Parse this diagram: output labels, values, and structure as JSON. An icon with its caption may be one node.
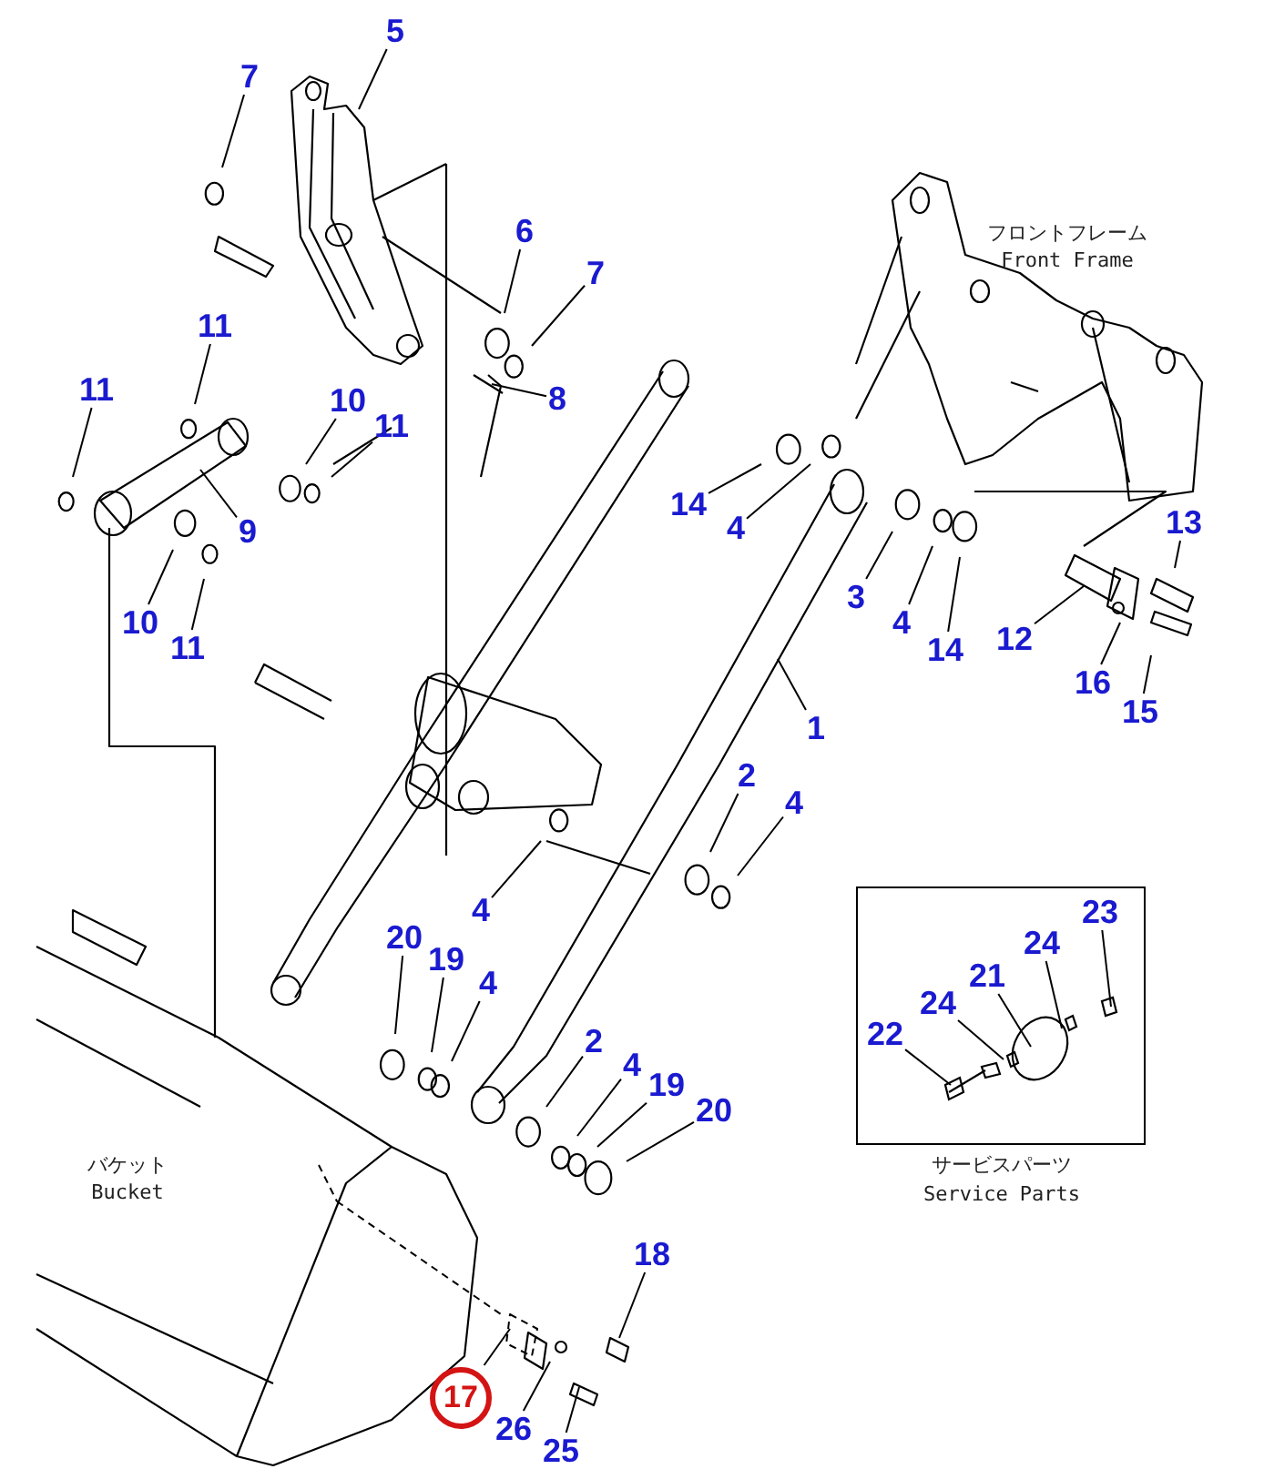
{
  "diagram": {
    "nodes": [
      {
        "text": [
          "5"
        ]
      },
      {
        "text": [
          "7"
        ]
      },
      {
        "text": [
          "6"
        ]
      },
      {
        "text": [
          "7"
        ]
      },
      {
        "text": [
          "11"
        ]
      },
      {
        "text": [
          "8"
        ]
      },
      {
        "text": [
          "11"
        ]
      },
      {
        "text": [
          "10"
        ]
      },
      {
        "text": [
          "11"
        ]
      },
      {
        "text": [
          "9"
        ]
      },
      {
        "text": [
          "10"
        ]
      },
      {
        "text": [
          "11"
        ]
      },
      {
        "text": [
          "14"
        ]
      },
      {
        "text": [
          "4"
        ]
      },
      {
        "text": [
          "13"
        ]
      },
      {
        "text": [
          "3"
        ]
      },
      {
        "text": [
          "4"
        ]
      },
      {
        "text": [
          "14"
        ]
      },
      {
        "text": [
          "12"
        ]
      },
      {
        "text": [
          "1"
        ]
      },
      {
        "text": [
          "16"
        ]
      },
      {
        "text": [
          "15"
        ]
      },
      {
        "text": [
          "2"
        ]
      },
      {
        "text": [
          "4"
        ]
      },
      {
        "text": [
          "4"
        ]
      },
      {
        "text": [
          "20"
        ]
      },
      {
        "text": [
          "19"
        ]
      },
      {
        "text": [
          "4"
        ]
      },
      {
        "text": [
          "2"
        ]
      },
      {
        "text": [
          "4"
        ]
      },
      {
        "text": [
          "19"
        ]
      },
      {
        "text": [
          "20"
        ]
      },
      {
        "text": [
          "18"
        ]
      },
      {
        "text": [
          "17"
        ]
      },
      {
        "text": [
          "26"
        ]
      },
      {
        "text": [
          "25"
        ]
      },
      {
        "text": [
          "サービスパーツ",
          "Service Parts"
        ]
      },
      {
        "text": [
          "23"
        ],
        "in": 36
      },
      {
        "text": [
          "24"
        ],
        "in": 36
      },
      {
        "text": [
          "21"
        ],
        "in": 36
      },
      {
        "text": [
          "24"
        ],
        "in": 36
      },
      {
        "text": [
          "22"
        ],
        "in": 36
      }
    ],
    "edges": [
      {
        "from": 0,
        "to": null,
        "arrow": "none"
      },
      {
        "from": 1,
        "to": null,
        "arrow": "none"
      },
      {
        "from": 2,
        "to": null,
        "arrow": "none"
      },
      {
        "from": 3,
        "to": null,
        "arrow": "none"
      },
      {
        "from": 4,
        "to": null,
        "arrow": "none"
      },
      {
        "from": 5,
        "to": null,
        "arrow": "none"
      },
      {
        "from": 6,
        "to": null,
        "arrow": "none"
      },
      {
        "from": 7,
        "to": null,
        "arrow": "none"
      },
      {
        "from": 8,
        "to": null,
        "arrow": "none"
      },
      {
        "from": 9,
        "to": null,
        "arrow": "none"
      },
      {
        "from": 10,
        "to": null,
        "arrow": "none"
      },
      {
        "from": 11,
        "to": null,
        "arrow": "none"
      },
      {
        "from": 12,
        "to": null,
        "arrow": "none"
      },
      {
        "from": 13,
        "to": null,
        "arrow": "none"
      },
      {
        "from": 14,
        "to": null,
        "arrow": "none"
      },
      {
        "from": 15,
        "to": null,
        "arrow": "none"
      },
      {
        "from": 16,
        "to": null,
        "arrow": "none"
      },
      {
        "from": 17,
        "to": null,
        "arrow": "none"
      },
      {
        "from": 18,
        "to": null,
        "arrow": "none"
      },
      {
        "from": 19,
        "to": null,
        "arrow": "none"
      },
      {
        "from": 20,
        "to": null,
        "arrow": "none"
      },
      {
        "from": 21,
        "to": null,
        "arrow": "none"
      },
      {
        "from": 22,
        "to": null,
        "arrow": "none"
      },
      {
        "from": 23,
        "to": null,
        "arrow": "none"
      },
      {
        "from": 24,
        "to": null,
        "arrow": "none"
      },
      {
        "from": 25,
        "to": null,
        "arrow": "none"
      },
      {
        "from": 26,
        "to": null,
        "arrow": "none"
      },
      {
        "from": 27,
        "to": null,
        "arrow": "none"
      },
      {
        "from": 28,
        "to": null,
        "arrow": "none"
      },
      {
        "from": 29,
        "to": null,
        "arrow": "none"
      },
      {
        "from": 30,
        "to": null,
        "arrow": "none"
      },
      {
        "from": 31,
        "to": null,
        "arrow": "none"
      },
      {
        "from": 32,
        "to": null,
        "arrow": "none"
      },
      {
        "from": 33,
        "to": null,
        "arrow": "none"
      },
      {
        "from": 34,
        "to": null,
        "arrow": "none"
      },
      {
        "from": 35,
        "to": null,
        "arrow": "none"
      },
      {
        "from": 37,
        "to": null,
        "arrow": "none"
      },
      {
        "from": 38,
        "to": null,
        "arrow": "none"
      },
      {
        "from": 39,
        "to": null,
        "arrow": "none"
      },
      {
        "from": 40,
        "to": null,
        "arrow": "none"
      },
      {
        "from": 41,
        "to": null,
        "arrow": "none"
      }
    ],
    "labels": [
      "フロントフレーム",
      "Front Frame",
      "バケット",
      "Bucket"
    ]
  }
}
